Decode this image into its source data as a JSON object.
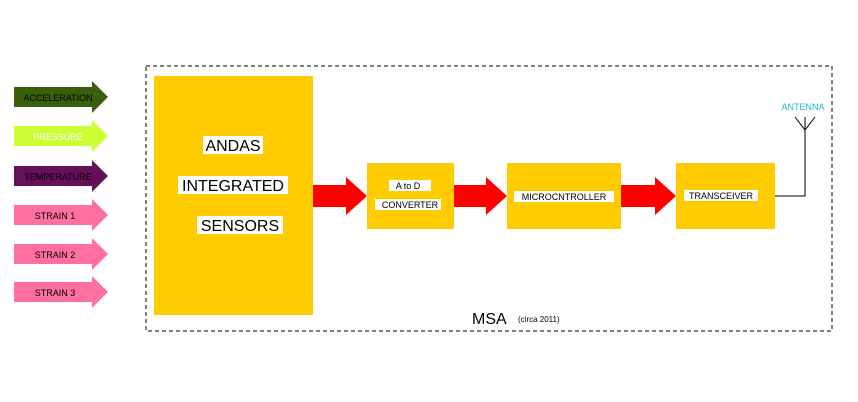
{
  "inputs": [
    {
      "label": "ACCELERATION",
      "color": "#3a5f0b",
      "text_color": "#ffffff"
    },
    {
      "label": "PRESSURE",
      "color": "#ccff33",
      "text_color": "#000000"
    },
    {
      "label": "TEMPERATURE",
      "color": "#66105a",
      "text_color": "#ffffff"
    },
    {
      "label": "STRAIN 1",
      "color": "#ff6f9f",
      "text_color": "#000000"
    },
    {
      "label": "STRAIN 2",
      "color": "#ff6f9f",
      "text_color": "#000000"
    },
    {
      "label": "STRAIN 3",
      "color": "#ff6f9f",
      "text_color": "#000000"
    }
  ],
  "blocks": {
    "sensors": {
      "lines": [
        "ANDAS",
        "INTEGRATED",
        "SENSORS"
      ]
    },
    "adc": {
      "lines": [
        "A to D",
        "CONVERTER"
      ]
    },
    "mcu": {
      "label": "MICROCNTROLLER"
    },
    "transceiver": {
      "label": "TRANSCEIVER"
    }
  },
  "antenna": {
    "label": "ANTENNA",
    "color": "#22b8d0"
  },
  "enclosure": {
    "title": "MSA",
    "note": "(circa 2011)"
  },
  "colors": {
    "block": "#ffcc00",
    "flow_arrow": "#ff0000",
    "text_bg": "#ffffff"
  }
}
